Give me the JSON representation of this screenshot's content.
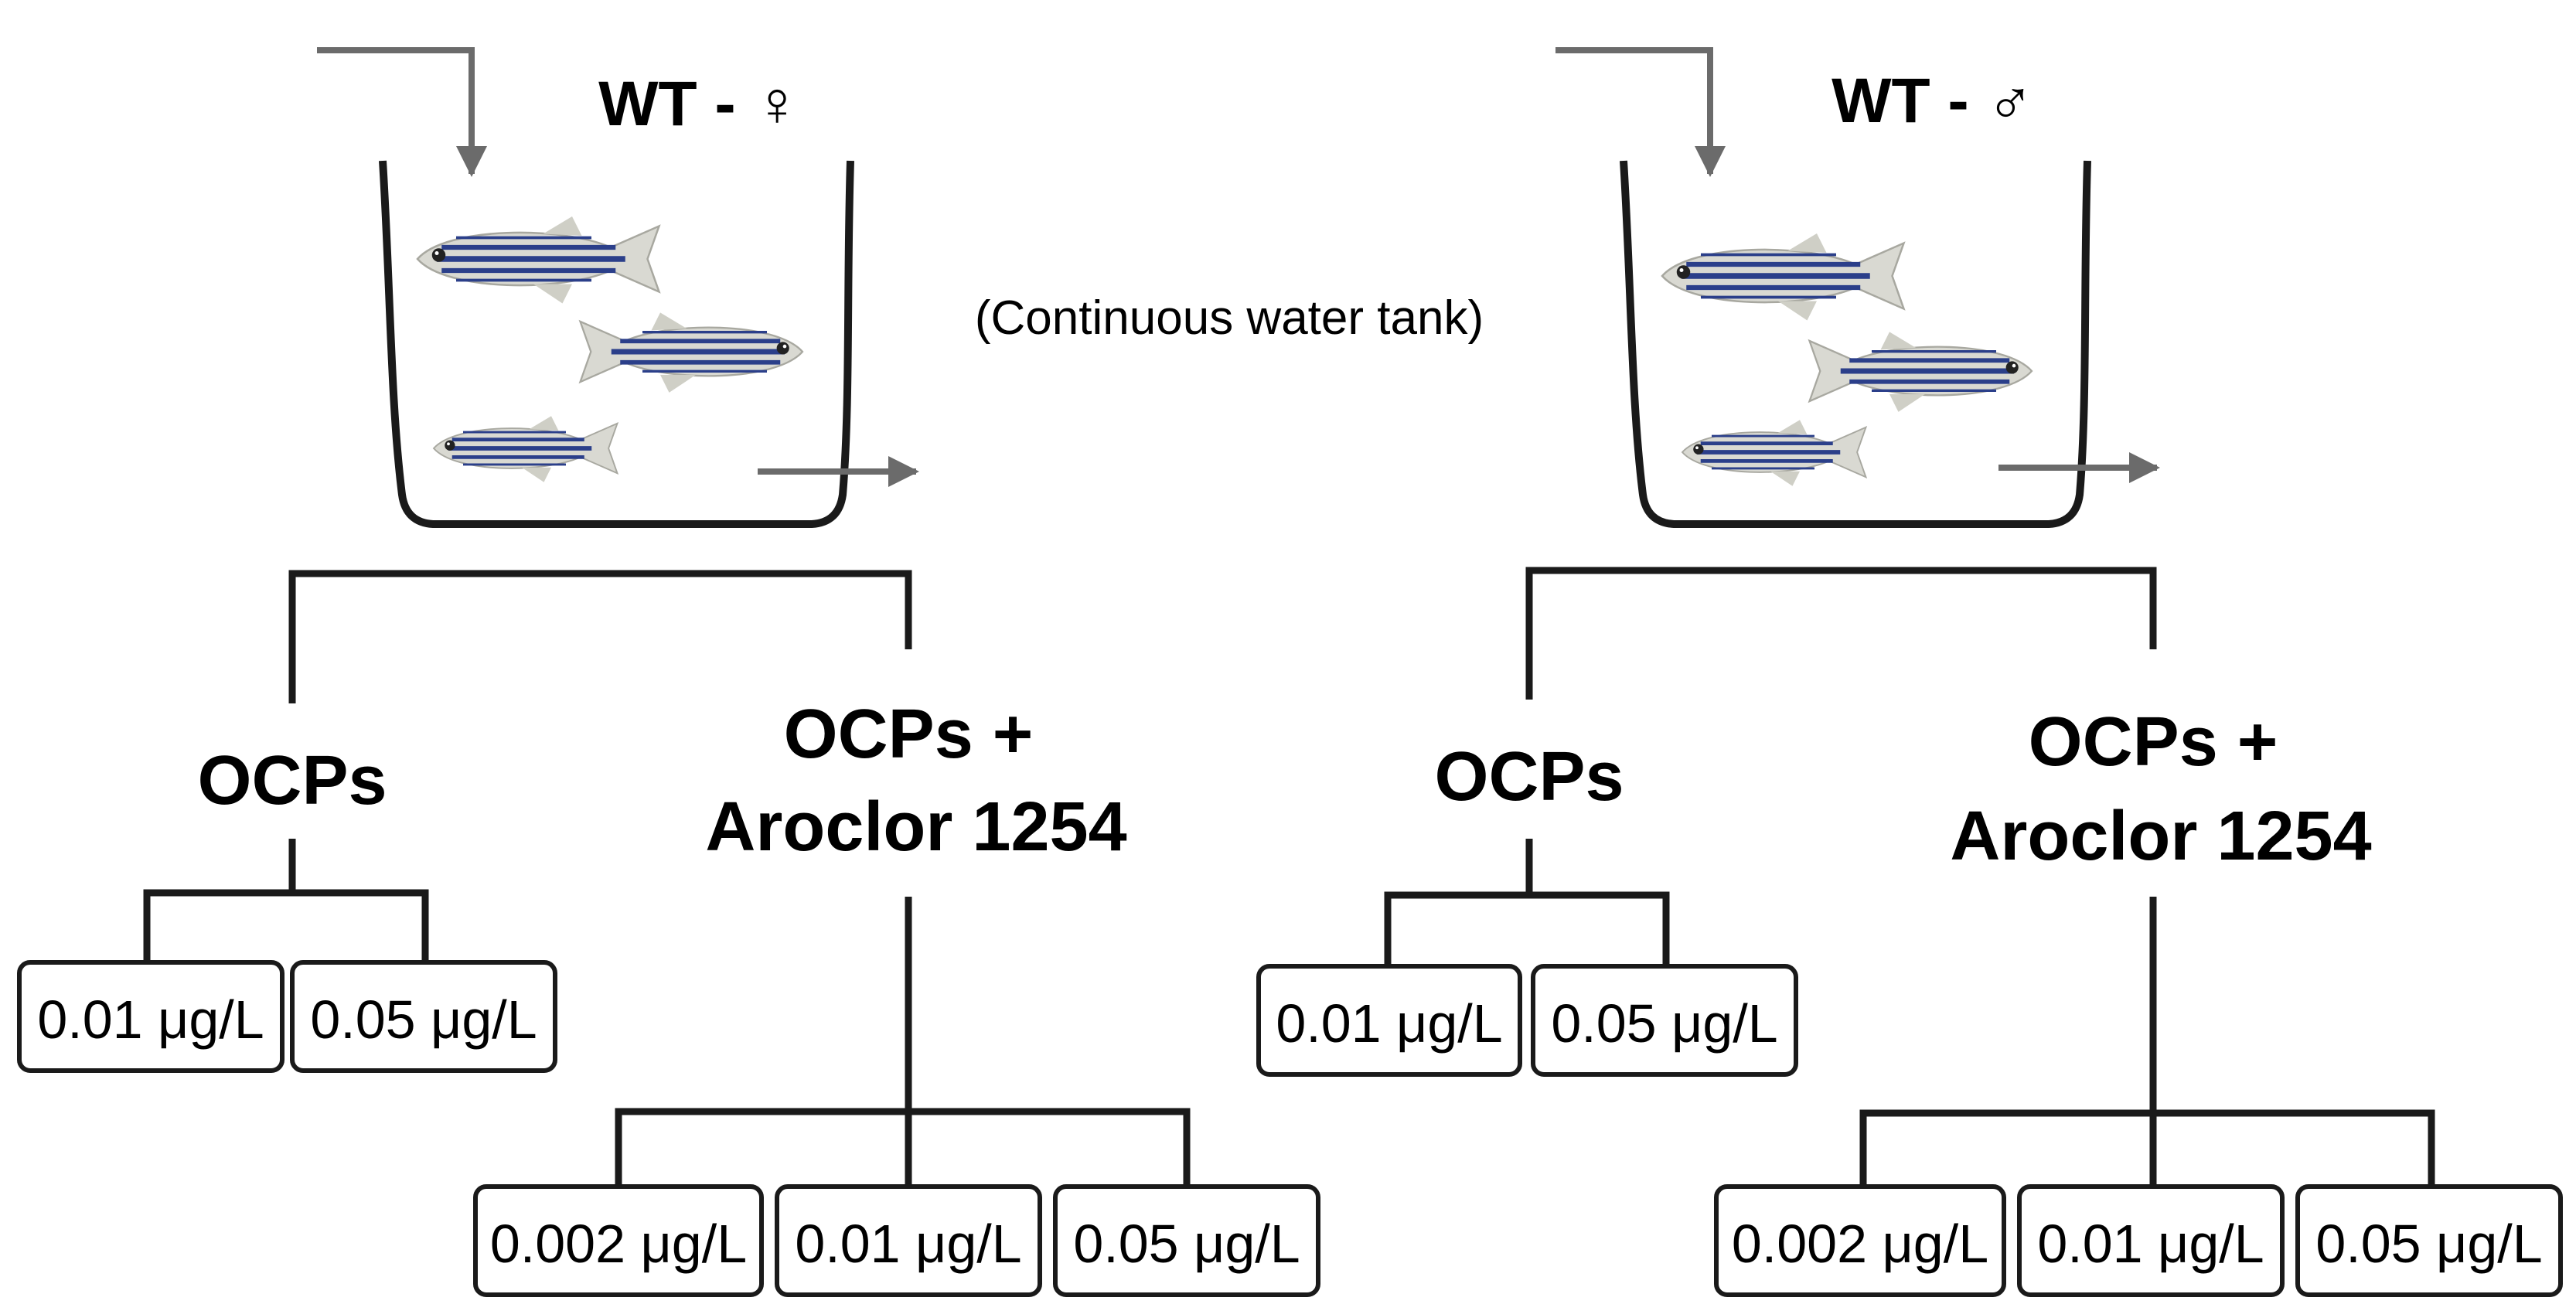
{
  "center_note": "(Continuous water tank)",
  "colors": {
    "line": "#1a1a1a",
    "flow_arrow": "#6b6b6b",
    "fish_stripe": "#2b3f8a",
    "fish_body": "#d9d9d2"
  },
  "groups": [
    {
      "tank_label": "WT - ♀",
      "branches": [
        {
          "name": "OCPs",
          "concentrations": [
            "0.01 μg/L",
            "0.05 μg/L"
          ]
        },
        {
          "name_line1": "OCPs +",
          "name_line2": "Aroclor 1254",
          "concentrations": [
            "0.002 μg/L",
            "0.01 μg/L",
            "0.05 μg/L"
          ]
        }
      ]
    },
    {
      "tank_label": "WT - ♂",
      "branches": [
        {
          "name": "OCPs",
          "concentrations": [
            "0.01 μg/L",
            "0.05 μg/L"
          ]
        },
        {
          "name_line1": "OCPs +",
          "name_line2": "Aroclor 1254",
          "concentrations": [
            "0.002 μg/L",
            "0.01 μg/L",
            "0.05 μg/L"
          ]
        }
      ]
    }
  ]
}
